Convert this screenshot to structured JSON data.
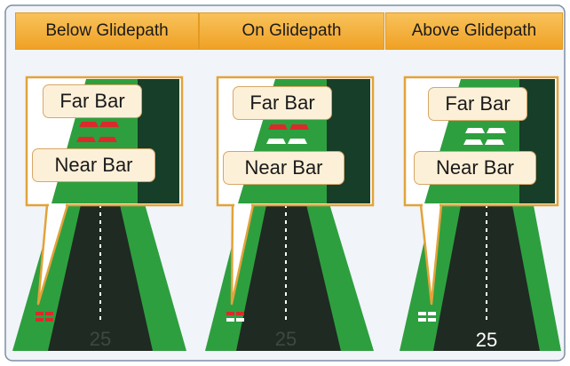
{
  "panels": [
    {
      "title": "Below Glidepath",
      "far_label": "Far Bar",
      "near_label": "Near Bar",
      "runway_number": "25",
      "far_bar_color": "#d92b2b",
      "near_bar_color": "#d92b2b"
    },
    {
      "title": "On Glidepath",
      "far_label": "Far Bar",
      "near_label": "Near Bar",
      "runway_number": "25",
      "far_bar_color": "#d92b2b",
      "near_bar_color": "#ffffff"
    },
    {
      "title": "Above Glidepath",
      "far_label": "Far Bar",
      "near_label": "Near Bar",
      "runway_number": "25",
      "far_bar_color": "#ffffff",
      "near_bar_color": "#ffffff"
    }
  ],
  "colors": {
    "frame_bg": "#f1f4f8",
    "frame_border": "#7d8ea4",
    "title_bg": "#f4b03b",
    "callout_border": "#e2a33a",
    "runway_surface": "#1f2a22",
    "grass": "#2e9f3f",
    "grass_dark": "#173e28"
  }
}
